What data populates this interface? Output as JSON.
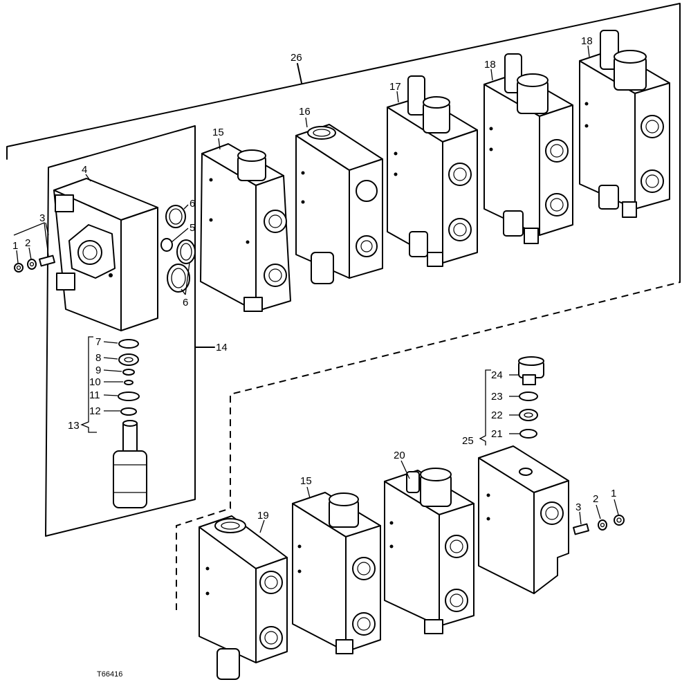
{
  "figure_code": "T66416",
  "callouts": {
    "c1a": "1",
    "c2a": "2",
    "c3a": "3",
    "c4": "4",
    "c5": "5",
    "c6a": "6",
    "c6b": "6",
    "c7": "7",
    "c8": "8",
    "c9": "9",
    "c10": "10",
    "c11": "11",
    "c12": "12",
    "c13": "13",
    "c14": "14",
    "c15a": "15",
    "c16": "16",
    "c17": "17",
    "c18a": "18",
    "c18b": "18",
    "c15b": "15",
    "c19": "19",
    "c20": "20",
    "c21": "21",
    "c22": "22",
    "c23": "23",
    "c24": "24",
    "c25": "25",
    "c26": "26",
    "c1b": "1",
    "c2b": "2",
    "c3b": "3"
  }
}
